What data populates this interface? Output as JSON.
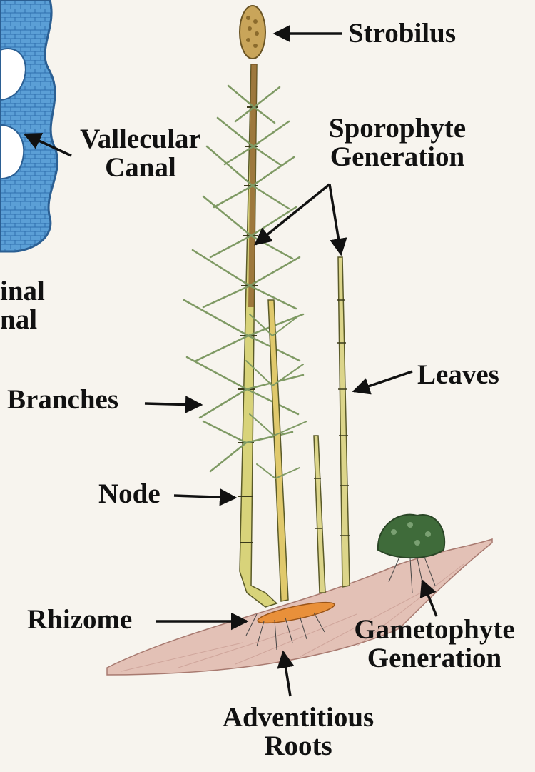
{
  "labels": {
    "strobilus": "Strobilus",
    "vallecular_canal": [
      "Vallecular",
      "Canal"
    ],
    "carinal_canal_fragment": [
      "inal",
      "nal"
    ],
    "sporophyte_generation": [
      "Sporophyte",
      "Generation"
    ],
    "leaves": "Leaves",
    "branches": "Branches",
    "node": "Node",
    "rhizome": "Rhizome",
    "gametophyte_generation": [
      "Gametophyte",
      "Generation"
    ],
    "adventitious_roots": [
      "Adventitious",
      "Roots"
    ]
  },
  "colors": {
    "background": "#f7f4ee",
    "stem_cross_section": "#3c86c4",
    "stem_yellow_green": "#d8d37a",
    "stem_brown": "#8a5a2a",
    "branch_green": "#a9bf8c",
    "strobilus": "#c9a55a",
    "soil": "#e3c1b6",
    "rhizome": "#e9903a",
    "gametophyte": "#3f6b3a"
  }
}
